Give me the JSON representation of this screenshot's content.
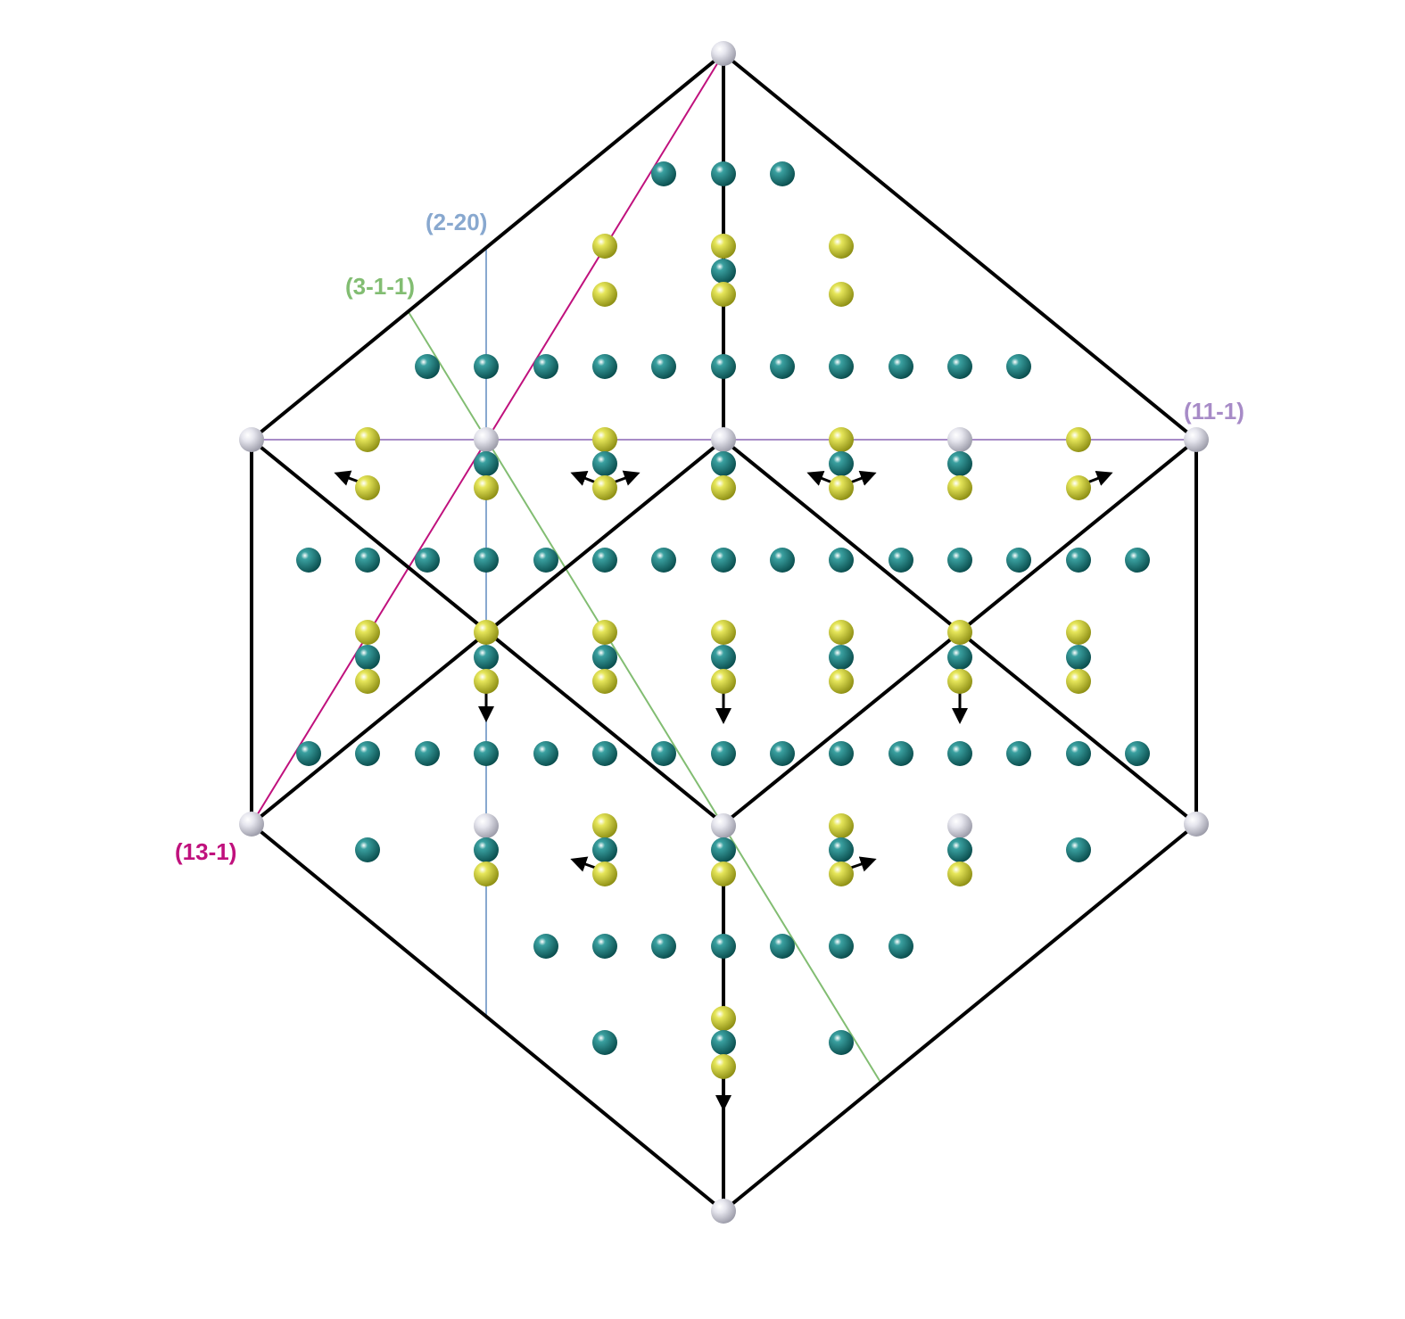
{
  "colors": {
    "background": "#ffffff",
    "cell_edge": "#000000",
    "cell_atom": "#d6d6de",
    "teal_atom": "#157a7a",
    "yellow_atom": "#d9db3c",
    "arrow": "#000000"
  },
  "planes": [
    {
      "id": "p13-1",
      "label": "(13-1)",
      "color": "#c0117d"
    },
    {
      "id": "p2-20",
      "label": "(2-20)",
      "color": "#88a8cf"
    },
    {
      "id": "p3-1-1",
      "label": "(3-1-1)",
      "color": "#82bd72"
    },
    {
      "id": "p11-1",
      "label": "(11-1)",
      "color": "#a78bc7"
    }
  ]
}
